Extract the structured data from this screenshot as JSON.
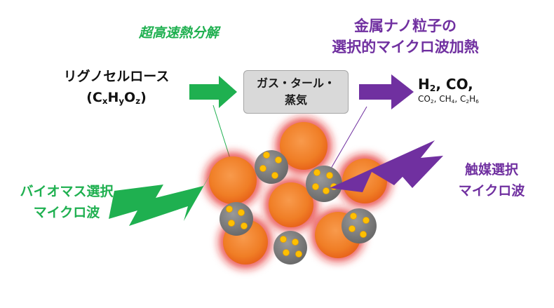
{
  "labels": {
    "pyrolysis": "超高速熱分解",
    "heating_line1": "金属ナノ粒子の",
    "heating_line2": "選択的マイクロ波加熱",
    "feed_line1": "リグノセルロース",
    "feed_formula": "(CxHyOz)",
    "intermediate_line1": "ガス・タール・",
    "intermediate_line2": "蒸気",
    "products_main": "H2, CO,",
    "products_sub": "CO2, CH4, C2H6",
    "biomass_mw_line1": "バイオマス選択",
    "biomass_mw_line2": "マイクロ波",
    "catalyst_mw_line1": "触媒選択",
    "catalyst_mw_line2": "マイクロ波"
  },
  "colors": {
    "green": "#1fb050",
    "purple": "#7030a0",
    "orange": "#f07e26",
    "glow": "#e21b1b",
    "nanoparticle": "#7a7a7a",
    "dot": "#ffc000",
    "box_fill": "#d9d9d9"
  }
}
